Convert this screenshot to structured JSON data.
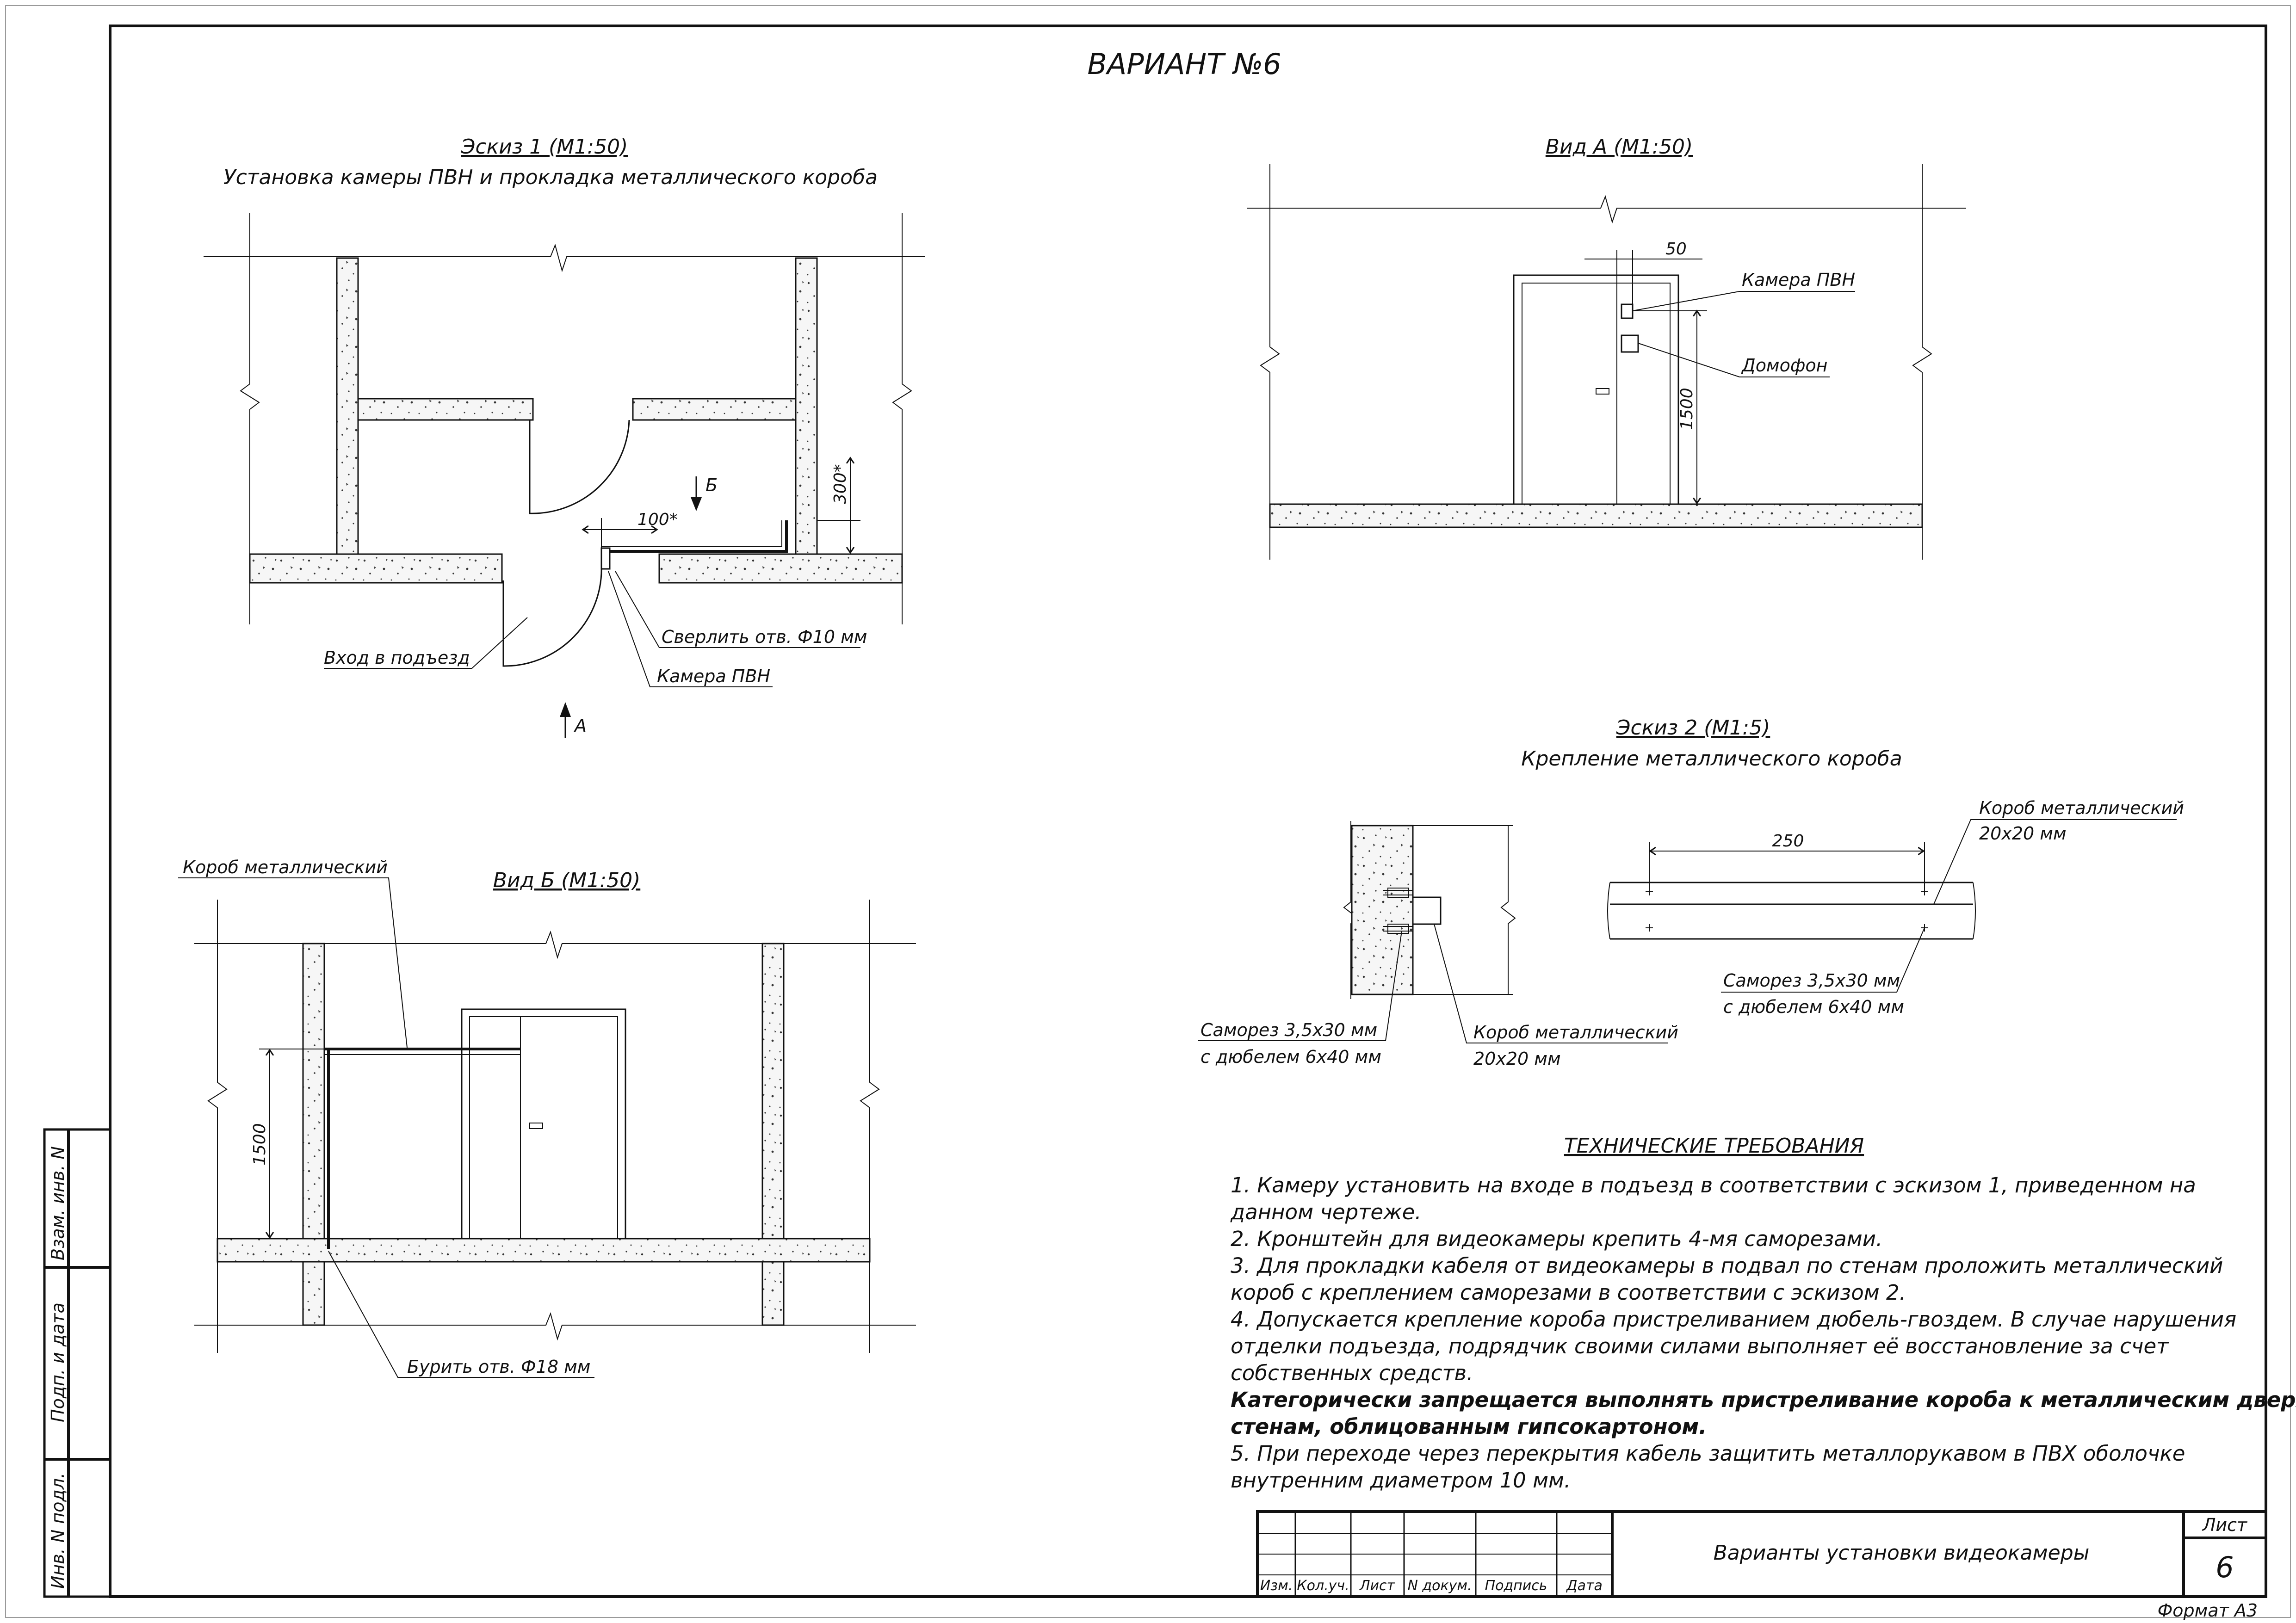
{
  "title": "ВАРИАНТ №6",
  "sketch1": {
    "caption": "Эскиз 1 (М1:50)",
    "subtitle": "Установка камеры ПВН и прокладка металлического короба",
    "labels": {
      "entrance": "Вход в подъезд",
      "drill": "Сверлить отв. Ф10 мм",
      "camera": "Камера ПВН",
      "dim_100": "100*",
      "dim_300": "300*",
      "view_b_mark": "Б",
      "view_a_mark": "А"
    }
  },
  "viewA": {
    "caption": "Вид А (М1:50)",
    "labels": {
      "dim_50": "50",
      "dim_1500": "1500",
      "camera": "Камера ПВН",
      "intercom": "Домофон"
    }
  },
  "viewB": {
    "caption": "Вид Б (М1:50)",
    "labels": {
      "duct": "Короб металлический",
      "dim_1500": "1500",
      "drill": "Бурить отв. Ф18 мм"
    }
  },
  "sketch2": {
    "caption": "Эскиз 2 (М1:5)",
    "subtitle": "Крепление металлического короба",
    "labels": {
      "screw_left_1": "Саморез 3,5х30 мм",
      "screw_left_2": "с дюбелем 6х40 мм",
      "duct_left_1": "Короб металлический",
      "duct_left_2": "20х20 мм",
      "dim_250": "250",
      "duct_right_1": "Короб металлический",
      "duct_right_2": "20х20 мм",
      "screw_right_1": "Саморез 3,5х30 мм",
      "screw_right_2": "с дюбелем 6х40 мм"
    }
  },
  "requirements": {
    "heading": "ТЕХНИЧЕСКИЕ ТРЕБОВАНИЯ",
    "lines": [
      "1. Камеру установить на входе в подъезд в соответствии с эскизом 1, приведенном на",
      "данном чертеже.",
      "2. Кронштейн для видеокамеры крепить 4-мя саморезами.",
      "3. Для прокладки кабеля от видеокамеры в подвал по стенам проложить металлический",
      "короб с креплением саморезами в соответствии с эскизом 2.",
      "4. Допускается крепление короба пристреливанием дюбель-гвоздем. В случае нарушения",
      "отделки подъезда, подрядчик своими силами выполняет её восстановление за счет",
      "собственных средств."
    ],
    "bold_lines": [
      "Категорически запрещается выполнять пристреливание короба к металлическим дверям и",
      "стенам, облицованным гипсокартоном."
    ],
    "tail_lines": [
      "5. При переходе через перекрытия кабель защитить металлорукавом в ПВХ оболочке",
      "внутренним диаметром 10 мм."
    ]
  },
  "side_stamp": {
    "cells": [
      "Взам. инв. N",
      "Подп. и дата",
      "Инв. N подл."
    ]
  },
  "title_block": {
    "columns": [
      "Изм.",
      "Кол.уч.",
      "Лист",
      "N докум.",
      "Подпись",
      "Дата"
    ],
    "name": "Варианты установки видеокамеры",
    "sheet_label": "Лист",
    "sheet_number": "6",
    "format": "Формат А3"
  }
}
